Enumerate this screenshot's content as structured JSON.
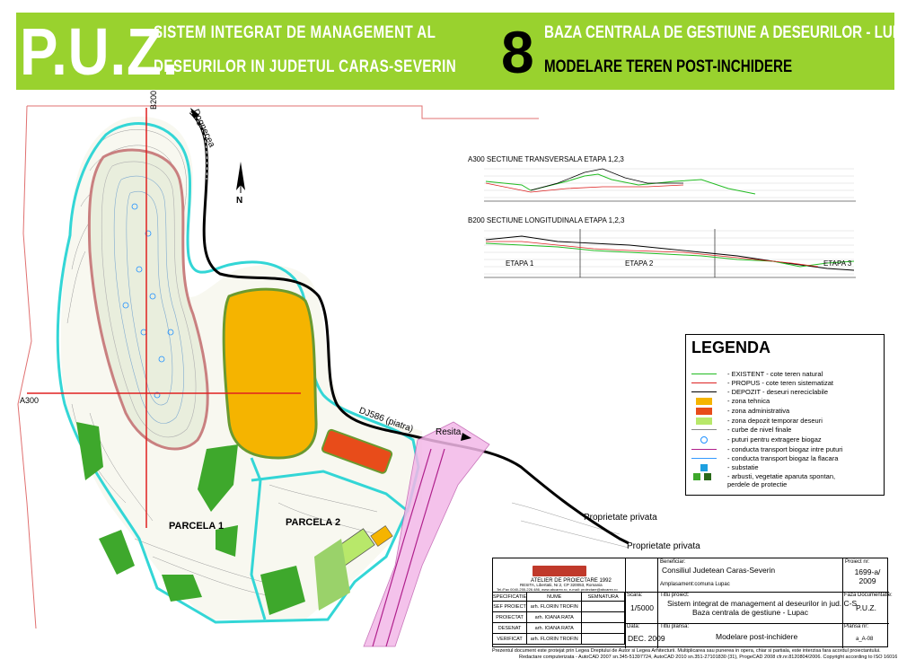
{
  "header": {
    "puz": "P.U.Z.",
    "line1": "SISTEM INTEGRAT DE MANAGEMENT AL",
    "line2": "DESEURILOR IN JUDETUL CARAS-SEVERIN",
    "number": "8",
    "line3": "BAZA CENTRALA DE GESTIUNE A DESEURILOR - LUPAC",
    "line4": "MODELARE TEREN POST-INCHIDERE",
    "color": "#99d22e"
  },
  "map_labels": {
    "b200": "B200",
    "dognecea": "Dognecea",
    "north": "N",
    "a300": "A300",
    "dj586": "DJ586 (piatra)",
    "resita": "Resita",
    "proprietate1": "Proprietate privata",
    "proprietate2": "Proprietate privata",
    "parcela1": "PARCELA 1",
    "parcela2": "PARCELA 2"
  },
  "sections": {
    "a300_title": "A300 SECTIUNE TRANSVERSALA ETAPA 1,2,3",
    "b200_title": "B200 SECTIUNE LONGITUDINALA ETAPA 1,2,3",
    "etapa1": "ETAPA 1",
    "etapa2": "ETAPA 2",
    "etapa3": "ETAPA 3"
  },
  "legend": {
    "title": "LEGENDA",
    "items": [
      {
        "text": "- EXISTENT - cote teren natural",
        "symbol": "line",
        "color": "#22bb22"
      },
      {
        "text": "- PROPUS - cote teren sistematizat",
        "symbol": "line",
        "color": "#dd2222"
      },
      {
        "text": "- DEPOZIT - deseuri nereciclabile",
        "symbol": "line",
        "color": "#000000"
      },
      {
        "text": "- zona tehnica",
        "symbol": "box",
        "color": "#f5b400"
      },
      {
        "text": "- zona administrativa",
        "symbol": "box",
        "color": "#e84c1a"
      },
      {
        "text": "- zona depozit temporar deseuri",
        "symbol": "box",
        "color": "#b8e86a"
      },
      {
        "text": "- curbe de nivel finale",
        "symbol": "line",
        "color": "#888888"
      },
      {
        "text": "- puturi pentru extragere biogaz",
        "symbol": "circle",
        "color": "#1e90ff"
      },
      {
        "text": "- conducta transport biogaz intre puturi",
        "symbol": "line",
        "color": "#b0208c"
      },
      {
        "text": "- conducta transport biogaz la flacara",
        "symbol": "line",
        "color": "#3399ff"
      },
      {
        "text": "- substatie",
        "symbol": "square",
        "color": "#1ea0e0"
      },
      {
        "text": "- arbusti, vegetatie aparuta spontan,",
        "symbol": "bushes",
        "color": "#3ea82c"
      },
      {
        "text": "perdele de protectie",
        "symbol": "none",
        "color": ""
      }
    ]
  },
  "title_block": {
    "firm_name": "ATELIER DE PROIECTARE 1992",
    "firm_address": "RESITA, Libertatii, Nr.2, CP 320053, Romania",
    "firm_contact": "Tel./Fax 0040-255-226.486, www.abcarex.ro, e-mail: proiectare@abcarex.ro",
    "beneficiar_label": "Beneficiar:",
    "beneficiar": "Consiliul Judetean Caras-Severin",
    "amplasament": "Amplasament:comuna Lupac",
    "proiect_nr_label": "Proiect nr:",
    "proiect_nr": "1699-a/ 2009",
    "headers": [
      "SPECIFICATIE",
      "NUME",
      "SEMNATURA"
    ],
    "rows": [
      {
        "role": "SEF PROIECT",
        "name": "arh. FLORIN TROFIN"
      },
      {
        "role": "PROIECTAT",
        "name": "arh. IOANA RATA"
      },
      {
        "role": "DESENAT",
        "name": "arh. IOANA RATA"
      },
      {
        "role": "VERIFICAT",
        "name": "arh. FLORIN TROFIN"
      }
    ],
    "scara_label": "Scara:",
    "scara": "1/5000",
    "titlu_proiect_label": "Titlu proiect:",
    "titlu_proiect1": "Sistem integrat de management al deseurilor in jud. C-S",
    "titlu_proiect2": "Baza centrala de gestiune - Lupac",
    "faza_label": "Faza Documentatie:",
    "faza": "P.U.Z.",
    "data_label": "Data:",
    "data": "DEC. 2009",
    "titlu_plansa_label": "Titlu plansa:",
    "titlu_plansa": "Modelare post-inchidere",
    "plansa_nr_label": "Plansa nr:",
    "plansa_nr": "a_A-08"
  },
  "footer": {
    "line1": "Prezentul document este protejat prin Legea Dreptului de Autor si Legea Arhitecturii. Multiplicarea sau punerea in opera, chiar si partiala, este interzisa fara acordul proiectantului.",
    "line2": "Redactare computerizata - AutoCAD 2007 sn.345-51397724, AutoCAD 2010 sn.351-27101830 (31), ProgeCAD 2008 cfr.nr.8120804/2006. Copyright according to ISO 16016"
  }
}
